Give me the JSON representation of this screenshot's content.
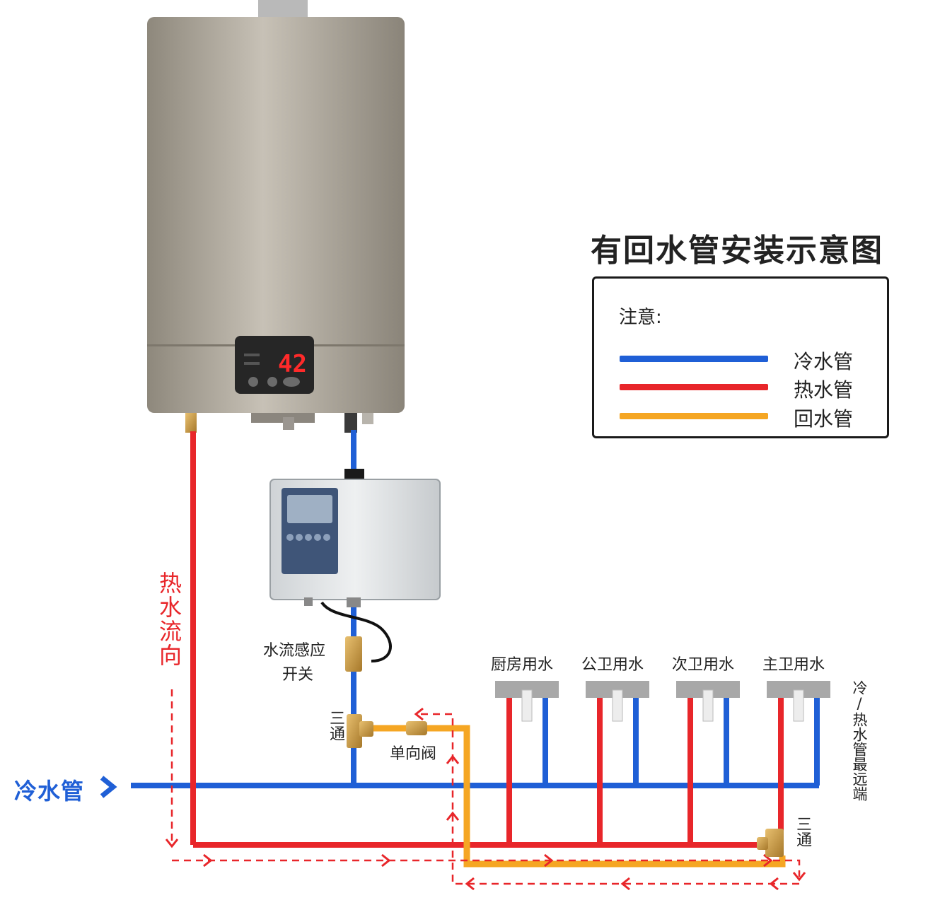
{
  "diagram": {
    "title": "有回水管安装示意图",
    "legend": {
      "note": "注意:",
      "items": [
        {
          "label": "冷水管",
          "color": "#1f5fd6"
        },
        {
          "label": "热水管",
          "color": "#e8262a"
        },
        {
          "label": "回水管",
          "color": "#f5a623"
        }
      ]
    },
    "labels": {
      "hot_flow": "热水流向",
      "flow_switch_line1": "水流感应",
      "flow_switch_line2": "开关",
      "tee_left": "三通",
      "check_valve": "单向阀",
      "tee_right": "三通",
      "cold_pipe": "冷水管",
      "far_end": "冷/热水管最远端"
    },
    "fixtures": [
      "厨房用水",
      "公卫用水",
      "次卫用水",
      "主卫用水"
    ],
    "heater_display": "42",
    "colors": {
      "cold": "#1f5fd6",
      "hot": "#e8262a",
      "return": "#f5a623"
    }
  }
}
